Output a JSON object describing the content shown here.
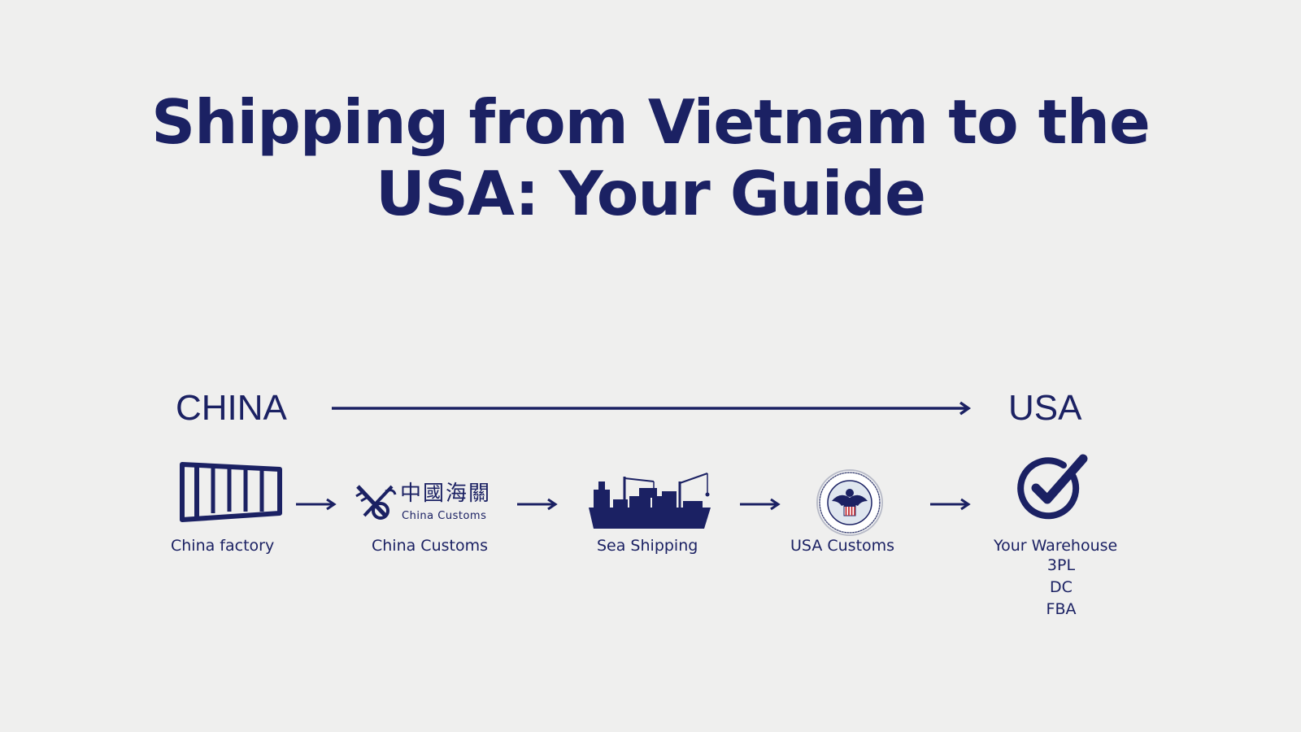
{
  "title": {
    "line1": "Shipping from Vietnam to the",
    "line2": "USA: Your Guide"
  },
  "regions": {
    "origin": "CHINA",
    "destination": "USA"
  },
  "steps": [
    {
      "label": "China factory",
      "icon": "shipping-container-icon"
    },
    {
      "label": "China Customs",
      "icon": "china-customs-emblem-icon",
      "logo_text": "China Customs",
      "logo_cjk": "中國海關"
    },
    {
      "label": "Sea Shipping",
      "icon": "cargo-ship-icon"
    },
    {
      "label": "USA Customs",
      "icon": "us-customs-seal-icon"
    },
    {
      "label": "Your Warehouse",
      "icon": "checkmark-circle-icon",
      "sublabels": [
        "3PL",
        "DC",
        "FBA"
      ]
    }
  ],
  "colors": {
    "primary": "#1b2163",
    "background": "#efefee"
  }
}
